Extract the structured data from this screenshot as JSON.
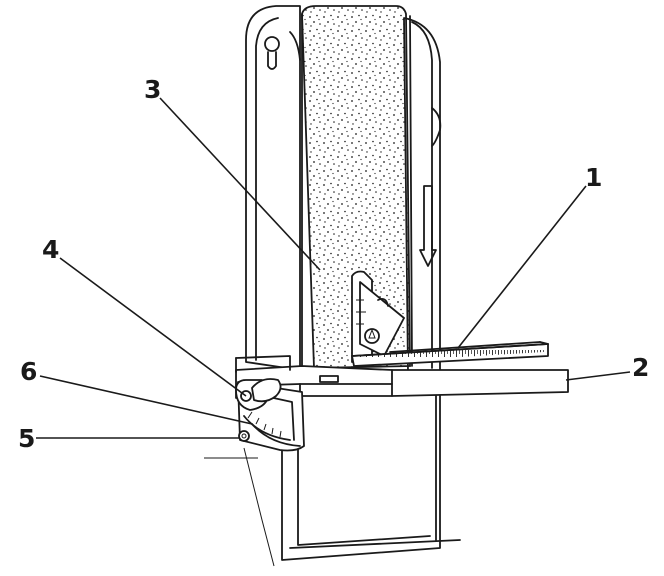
{
  "diagram": {
    "colors": {
      "ink": "#1a1a1a",
      "paper": "#ffffff"
    },
    "callouts": [
      {
        "id": "callout-1",
        "label": "1",
        "target": "miter-gauge-scale"
      },
      {
        "id": "callout-2",
        "label": "2",
        "target": "work-table"
      },
      {
        "id": "callout-3",
        "label": "3",
        "target": "sanding-belt"
      },
      {
        "id": "callout-4",
        "label": "4",
        "target": "table-lock-knob"
      },
      {
        "id": "callout-5",
        "label": "5",
        "target": "tilt-pointer-screw"
      },
      {
        "id": "callout-6",
        "label": "6",
        "target": "tilt-scale"
      }
    ]
  }
}
